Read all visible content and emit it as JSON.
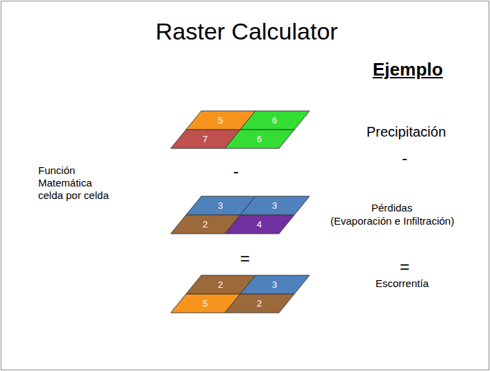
{
  "diagram": {
    "title": "Raster Calculator",
    "nodes": [
      {
        "text": [
          "5"
        ]
      },
      {
        "text": [
          "6"
        ]
      },
      {
        "text": [
          "7"
        ]
      },
      {
        "text": [
          "6"
        ]
      },
      {
        "text": [
          "3"
        ]
      },
      {
        "text": [
          "3"
        ]
      },
      {
        "text": [
          "2"
        ]
      },
      {
        "text": [
          "4"
        ]
      },
      {
        "text": [
          "2"
        ]
      },
      {
        "text": [
          "3"
        ]
      },
      {
        "text": [
          "5"
        ]
      },
      {
        "text": [
          "2"
        ]
      }
    ],
    "edges": [],
    "labels": [
      "Ejemplo",
      "Función Matemática celda por celda",
      "-",
      "=",
      "Precipitación",
      "-",
      "Pérdidas",
      "(Evaporación e Infiltración)",
      "=",
      "Escorrentía"
    ]
  }
}
